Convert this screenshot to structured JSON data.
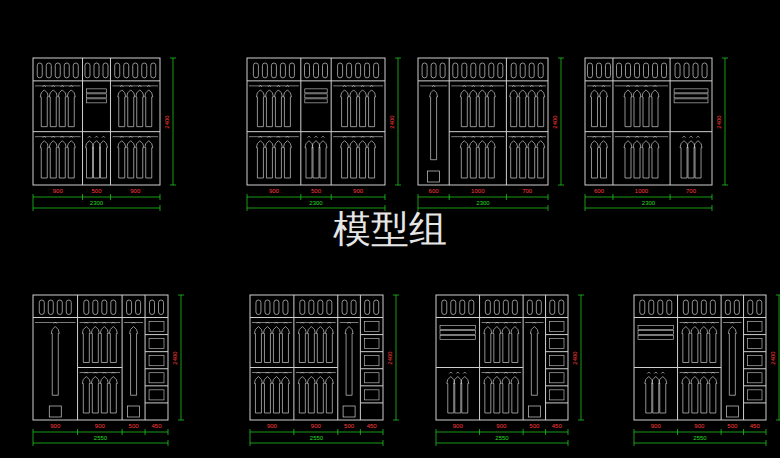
{
  "diagram": {
    "labels": [
      "900",
      "500",
      "900",
      "2300",
      "2400",
      "900",
      "500",
      "900",
      "2300",
      "2400",
      "600",
      "1000",
      "700",
      "2300",
      "2400",
      "600",
      "1000",
      "700",
      "2300",
      "2400",
      "900",
      "900",
      "500",
      "450",
      "2550",
      "2400",
      "900",
      "900",
      "500",
      "450",
      "2550",
      "2400",
      "900",
      "900",
      "500",
      "450",
      "2550",
      "2400",
      "900",
      "900",
      "500",
      "450",
      "2550",
      "2400",
      "模型组"
    ]
  }
}
